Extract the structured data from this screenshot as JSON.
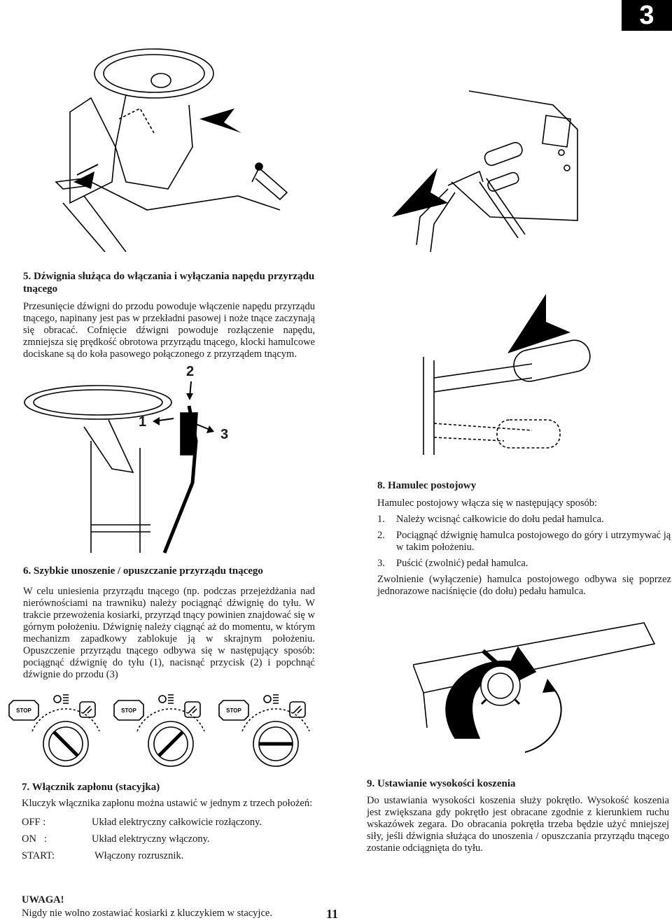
{
  "header": {
    "chapter_number": "3"
  },
  "section5": {
    "title": "5. Dźwignia służąca do włączania i wyłączania napędu przyrządu tnącego",
    "body": "Przesunięcie dźwigni do przodu powoduje włączenie napędu przyrządu tnącego, napinany jest pas w przekładni pasowej i noże tnące zaczynają się obracać. Cofnięcie dźwigni powoduje rozłączenie napędu, zmniejsza się prędkość obrotowa przyrządu tnącego, klocki hamulcowe dociskane są do koła pasowego połączonego z przyrządem tnącym."
  },
  "figure_lever": {
    "label_1": "1",
    "label_2": "2",
    "label_3": "3"
  },
  "section6": {
    "title": "6. Szybkie unoszenie / opuszczanie przyrządu tnącego",
    "body": "W celu uniesienia przyrządu tnącego (np. podczas przejeżdżania nad nierównościami na trawniku) należy pociągnąć dźwignię do tyłu. W trakcie przewożenia kosiarki, przyrząd tnący powinien znajdować się w górnym położeniu. Dźwignię należy ciągnąć aż do momentu, w którym mechanizm zapadkowy zablokuje ją w skrajnym położeniu. Opuszczenie przyrządu tnącego odbywa się w następujący sposób: pociągnąć dźwignię do tyłu (1), nacisnąć przycisk (2) i popchnąć dźwignie do przodu (3)"
  },
  "ignition_figure": {
    "stop_label": "STOP"
  },
  "section7": {
    "title": "7. Włącznik zapłonu (stacyjka)",
    "intro": "Kluczyk włącznika zapłonu można ustawić w jednym z trzech położeń:",
    "positions": [
      {
        "key": "OFF :",
        "value": "Układ elektryczny całkowicie rozłączony."
      },
      {
        "key": "ON   :",
        "value": "Układ elektryczny włączony."
      },
      {
        "key": "START:",
        "value": "Włączony rozrusznik."
      }
    ]
  },
  "warning": {
    "title": "UWAGA!",
    "text": "Nigdy nie wolno zostawiać kosiarki z kluczykiem w stacyjce."
  },
  "section8": {
    "title": "8. Hamulec postojowy",
    "intro": "Hamulec postojowy włącza się w następujący sposób:",
    "steps": [
      {
        "num": "1.",
        "text": "Należy wcisnąć całkowicie do dołu pedał hamulca."
      },
      {
        "num": "2.",
        "text": "Pociągnąć dźwignię hamulca postojowego do góry i utrzymywać ją w takim położeniu."
      },
      {
        "num": "3.",
        "text": "Puścić (zwolnić) pedał hamulca."
      }
    ],
    "outro": "Zwolnienie (wyłączenie) hamulca postojowego odbywa się poprzez jednorazowe naciśnięcie (do dołu) pedału hamulca."
  },
  "section9": {
    "title": "9. Ustawianie wysokości koszenia",
    "body": "Do ustawiania wysokości koszenia służy pokrętło. Wysokość koszenia jest zwiększana gdy pokrętło jest obracane zgodnie z kierunkiem ruchu wskazówek zegara. Do obracania pokrętła trzeba będzie użyć mniejszej siły, jeśli dźwignia służąca do unoszenia / opuszczania przyrządu tnącego zostanie odciągnięta do tyłu."
  },
  "footer": {
    "page_number": "11"
  }
}
